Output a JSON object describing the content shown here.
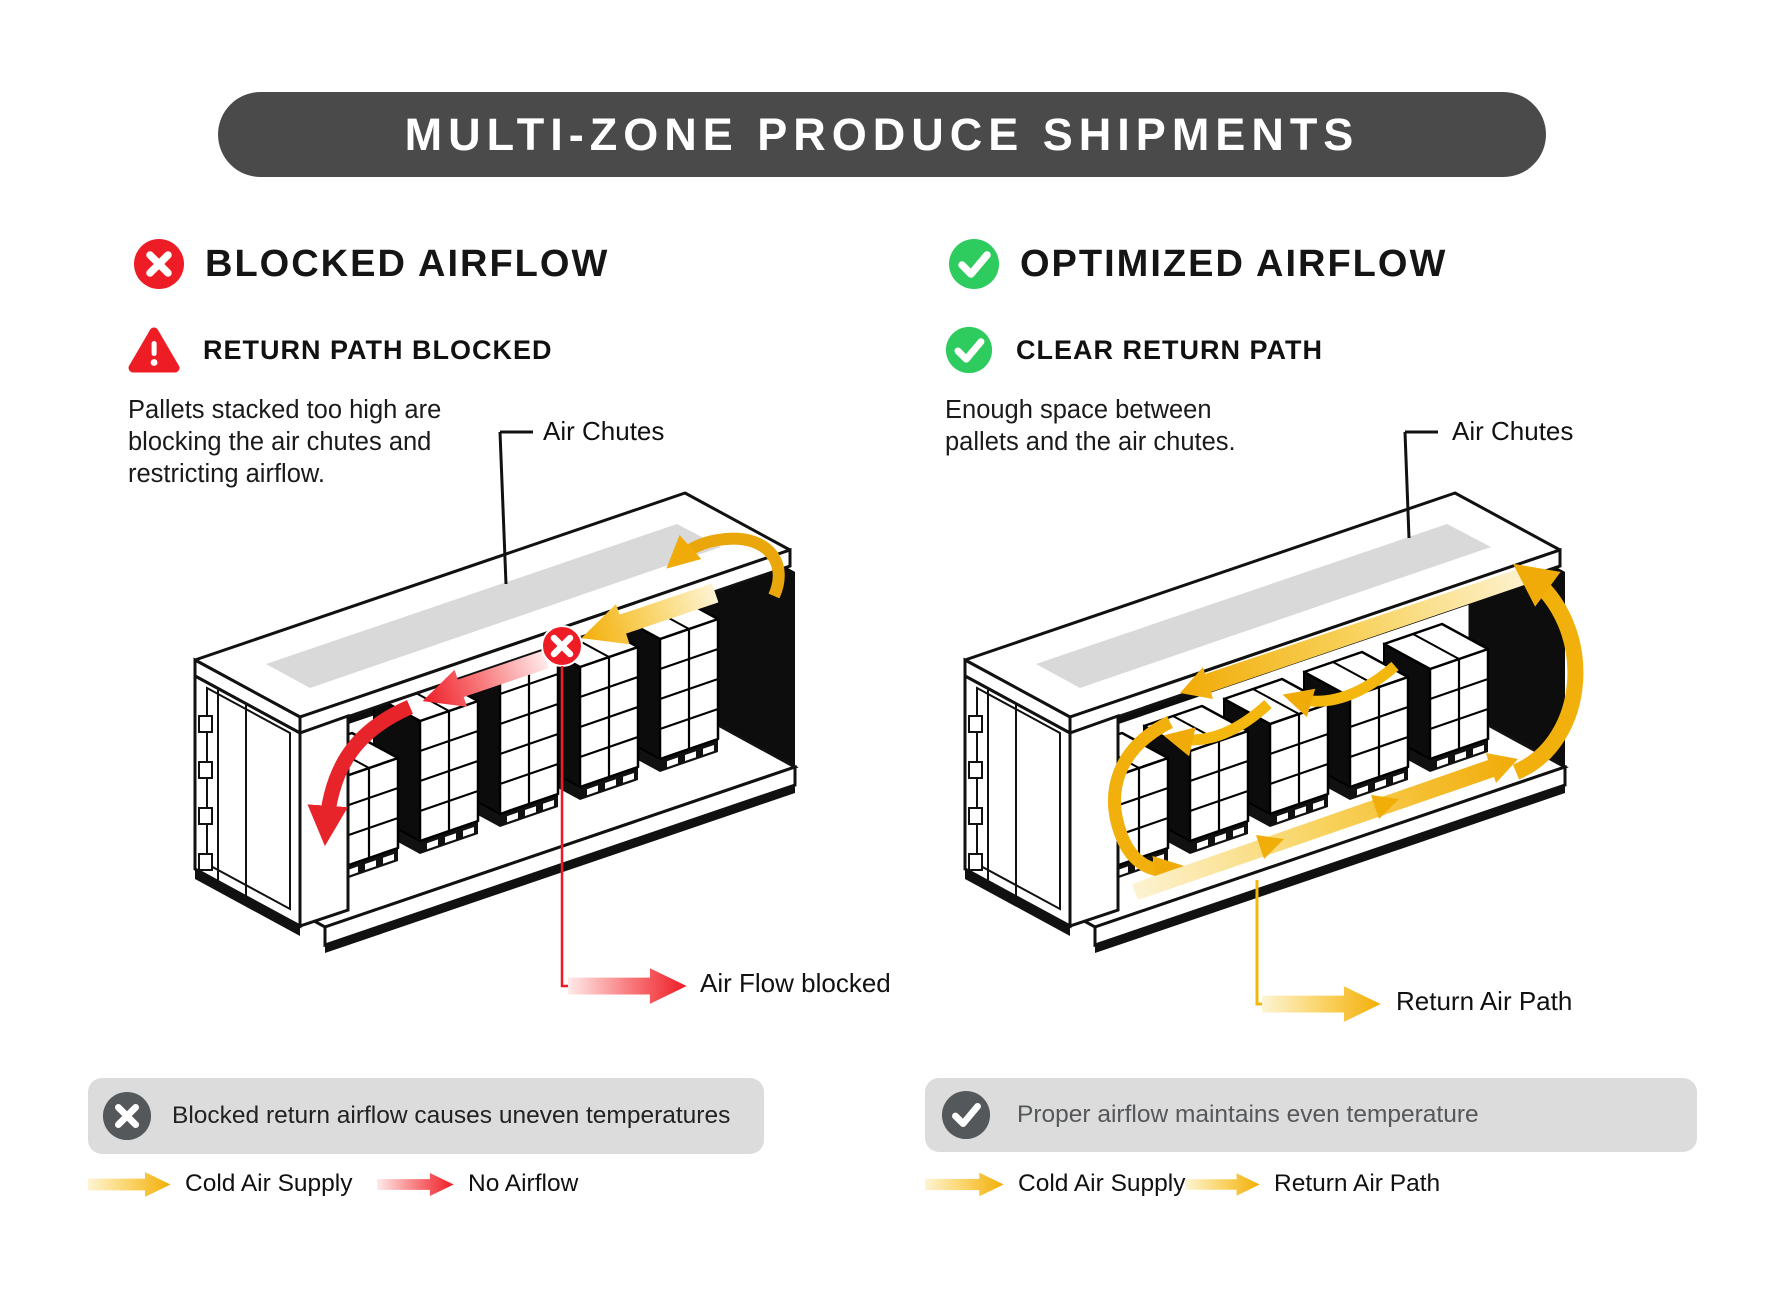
{
  "title": "MULTI-ZONE PRODUCE SHIPMENTS",
  "colors": {
    "banner_bg": "#4a4a4a",
    "alert_red": "#ee1c25",
    "success_green": "#2ecc5e",
    "flow_yellow": "#f3ae07",
    "note_bg": "#dcdcdc",
    "note_icon_gray": "#54585a"
  },
  "panels": {
    "blocked": {
      "icon": "x-circle-icon",
      "heading": "BLOCKED AIRFLOW",
      "alert_icon": "warning-triangle-icon",
      "subheading": "RETURN PATH BLOCKED",
      "description": "Pallets stacked too high are blocking the air chutes and restricting airflow.",
      "air_chutes_label": "Air Chutes",
      "flow_callout": "Air Flow blocked",
      "note": "Blocked return airflow causes uneven temperatures",
      "legend": [
        {
          "label": "Cold Air Supply",
          "arrow_color": "yellow"
        },
        {
          "label": "No Airflow",
          "arrow_color": "red"
        }
      ]
    },
    "optimized": {
      "icon": "check-circle-icon",
      "heading": "OPTIMIZED AIRFLOW",
      "alert_icon": "check-circle-icon",
      "subheading": "CLEAR RETURN PATH",
      "description": "Enough space between pallets and the air chutes.",
      "air_chutes_label": "Air Chutes",
      "flow_callout": "Return Air Path",
      "note": "Proper airflow maintains even temperature",
      "legend": [
        {
          "label": "Cold Air Supply",
          "arrow_color": "yellow"
        },
        {
          "label": "Return Air Path",
          "arrow_color": "yellow"
        }
      ]
    }
  }
}
